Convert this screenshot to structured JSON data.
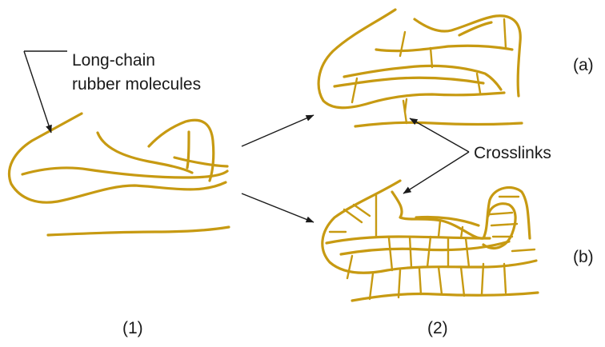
{
  "labels": {
    "molecules_line1": "Long-chain",
    "molecules_line2": "rubber molecules",
    "crosslinks": "Crosslinks",
    "state_a": "(a)",
    "state_b": "(b)",
    "stage_1": "(1)",
    "stage_2": "(2)"
  },
  "colors": {
    "chain": "#c79a12",
    "text": "#1a1a1a"
  }
}
